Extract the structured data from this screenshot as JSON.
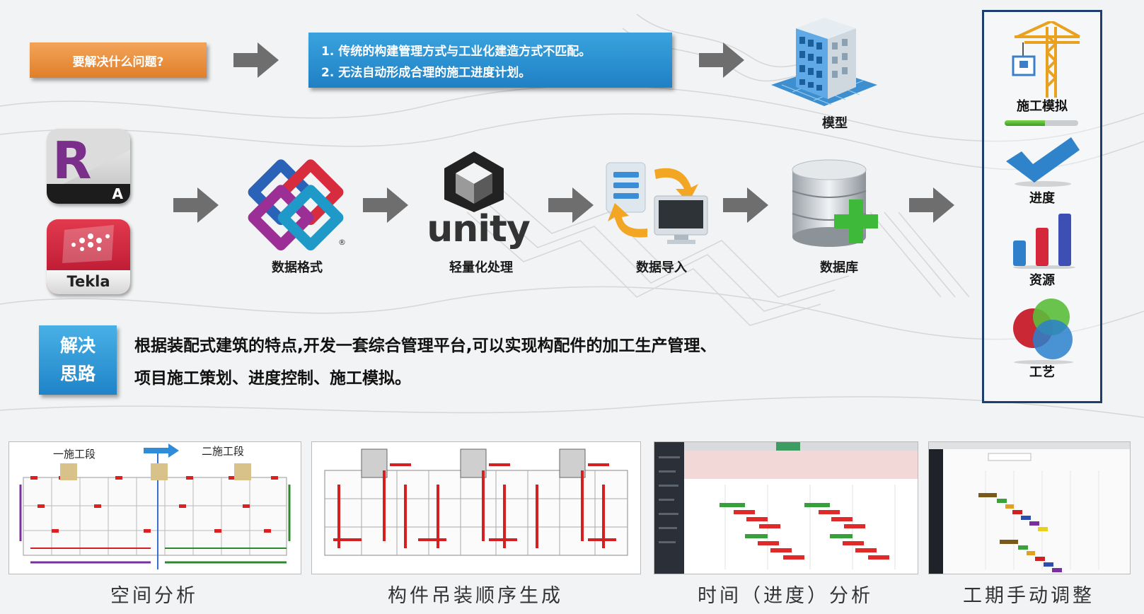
{
  "problem": {
    "label": "要解决什么问题?",
    "points": [
      "1. 传统的构建管理方式与工业化建造方式不匹配。",
      "2. 无法自动形成合理的施工进度计划。"
    ]
  },
  "model_label": "模型",
  "software": {
    "revit_letter": "A",
    "tekla_label": "Tekla"
  },
  "flow": {
    "data_format": "数据格式",
    "unity_logo": "unity",
    "lightweight": "轻量化处理",
    "data_import": "数据导入",
    "database": "数据库"
  },
  "solution": {
    "label_line1": "解决",
    "label_line2": "思路",
    "text_line1": "根据装配式建筑的特点,开发一套综合管理平台,可以实现构配件的加工生产管理、",
    "text_line2": "项目施工策划、进度控制、施工模拟。"
  },
  "side_panel": {
    "items": [
      "施工模拟",
      "进度",
      "资源",
      "工艺"
    ],
    "sim_progress": 0.55
  },
  "bottom": {
    "captions": [
      "空间分析",
      "构件吊装顺序生成",
      "时间（进度）分析",
      "工期手动调整"
    ],
    "stage1": "一施工段",
    "stage2": "二施工段"
  },
  "colors": {
    "orange": "#e88a35",
    "blue": "#2a90d0",
    "panel_border": "#1d3f6e",
    "arrow": "#6e6e6e"
  }
}
